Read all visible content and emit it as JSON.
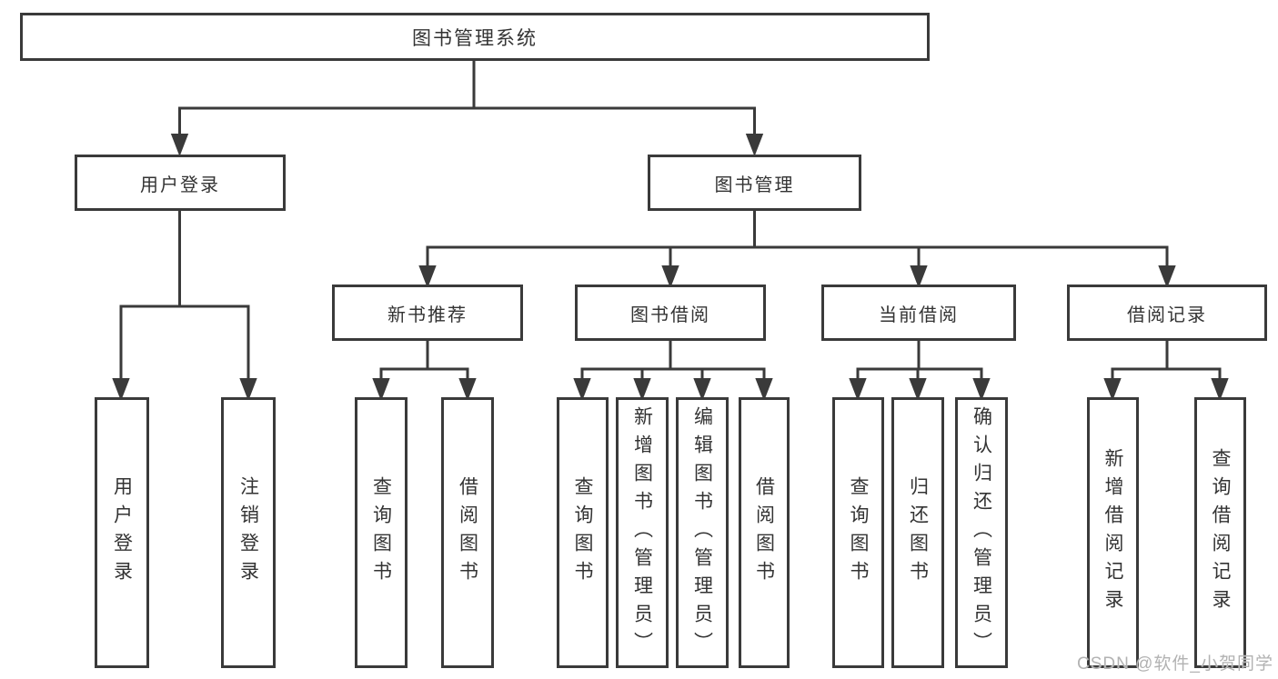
{
  "tree": {
    "root": {
      "label": "图书管理系统"
    },
    "children": [
      {
        "label": "用户登录",
        "children": [
          {
            "label": "用户登录"
          },
          {
            "label": "注销登录"
          }
        ]
      },
      {
        "label": "图书管理",
        "children": [
          {
            "label": "新书推荐",
            "children": [
              {
                "label": "查询图书"
              },
              {
                "label": "借阅图书"
              }
            ]
          },
          {
            "label": "图书借阅",
            "children": [
              {
                "label": "查询图书"
              },
              {
                "label": "新增图书（管理员）"
              },
              {
                "label": "编辑图书（管理员）"
              },
              {
                "label": "借阅图书"
              }
            ]
          },
          {
            "label": "当前借阅",
            "children": [
              {
                "label": "查询图书"
              },
              {
                "label": "归还图书"
              },
              {
                "label": "确认归还（管理员）"
              }
            ]
          },
          {
            "label": "借阅记录",
            "children": [
              {
                "label": "新增借阅记录"
              },
              {
                "label": "查询借阅记录"
              }
            ]
          }
        ]
      }
    ]
  },
  "watermark": {
    "text": "CSDN @软件_小贺同学"
  },
  "colors": {
    "line": "#3a3a3a",
    "text": "#333333",
    "watermark": "#b2b2b2",
    "background": "#ffffff"
  }
}
